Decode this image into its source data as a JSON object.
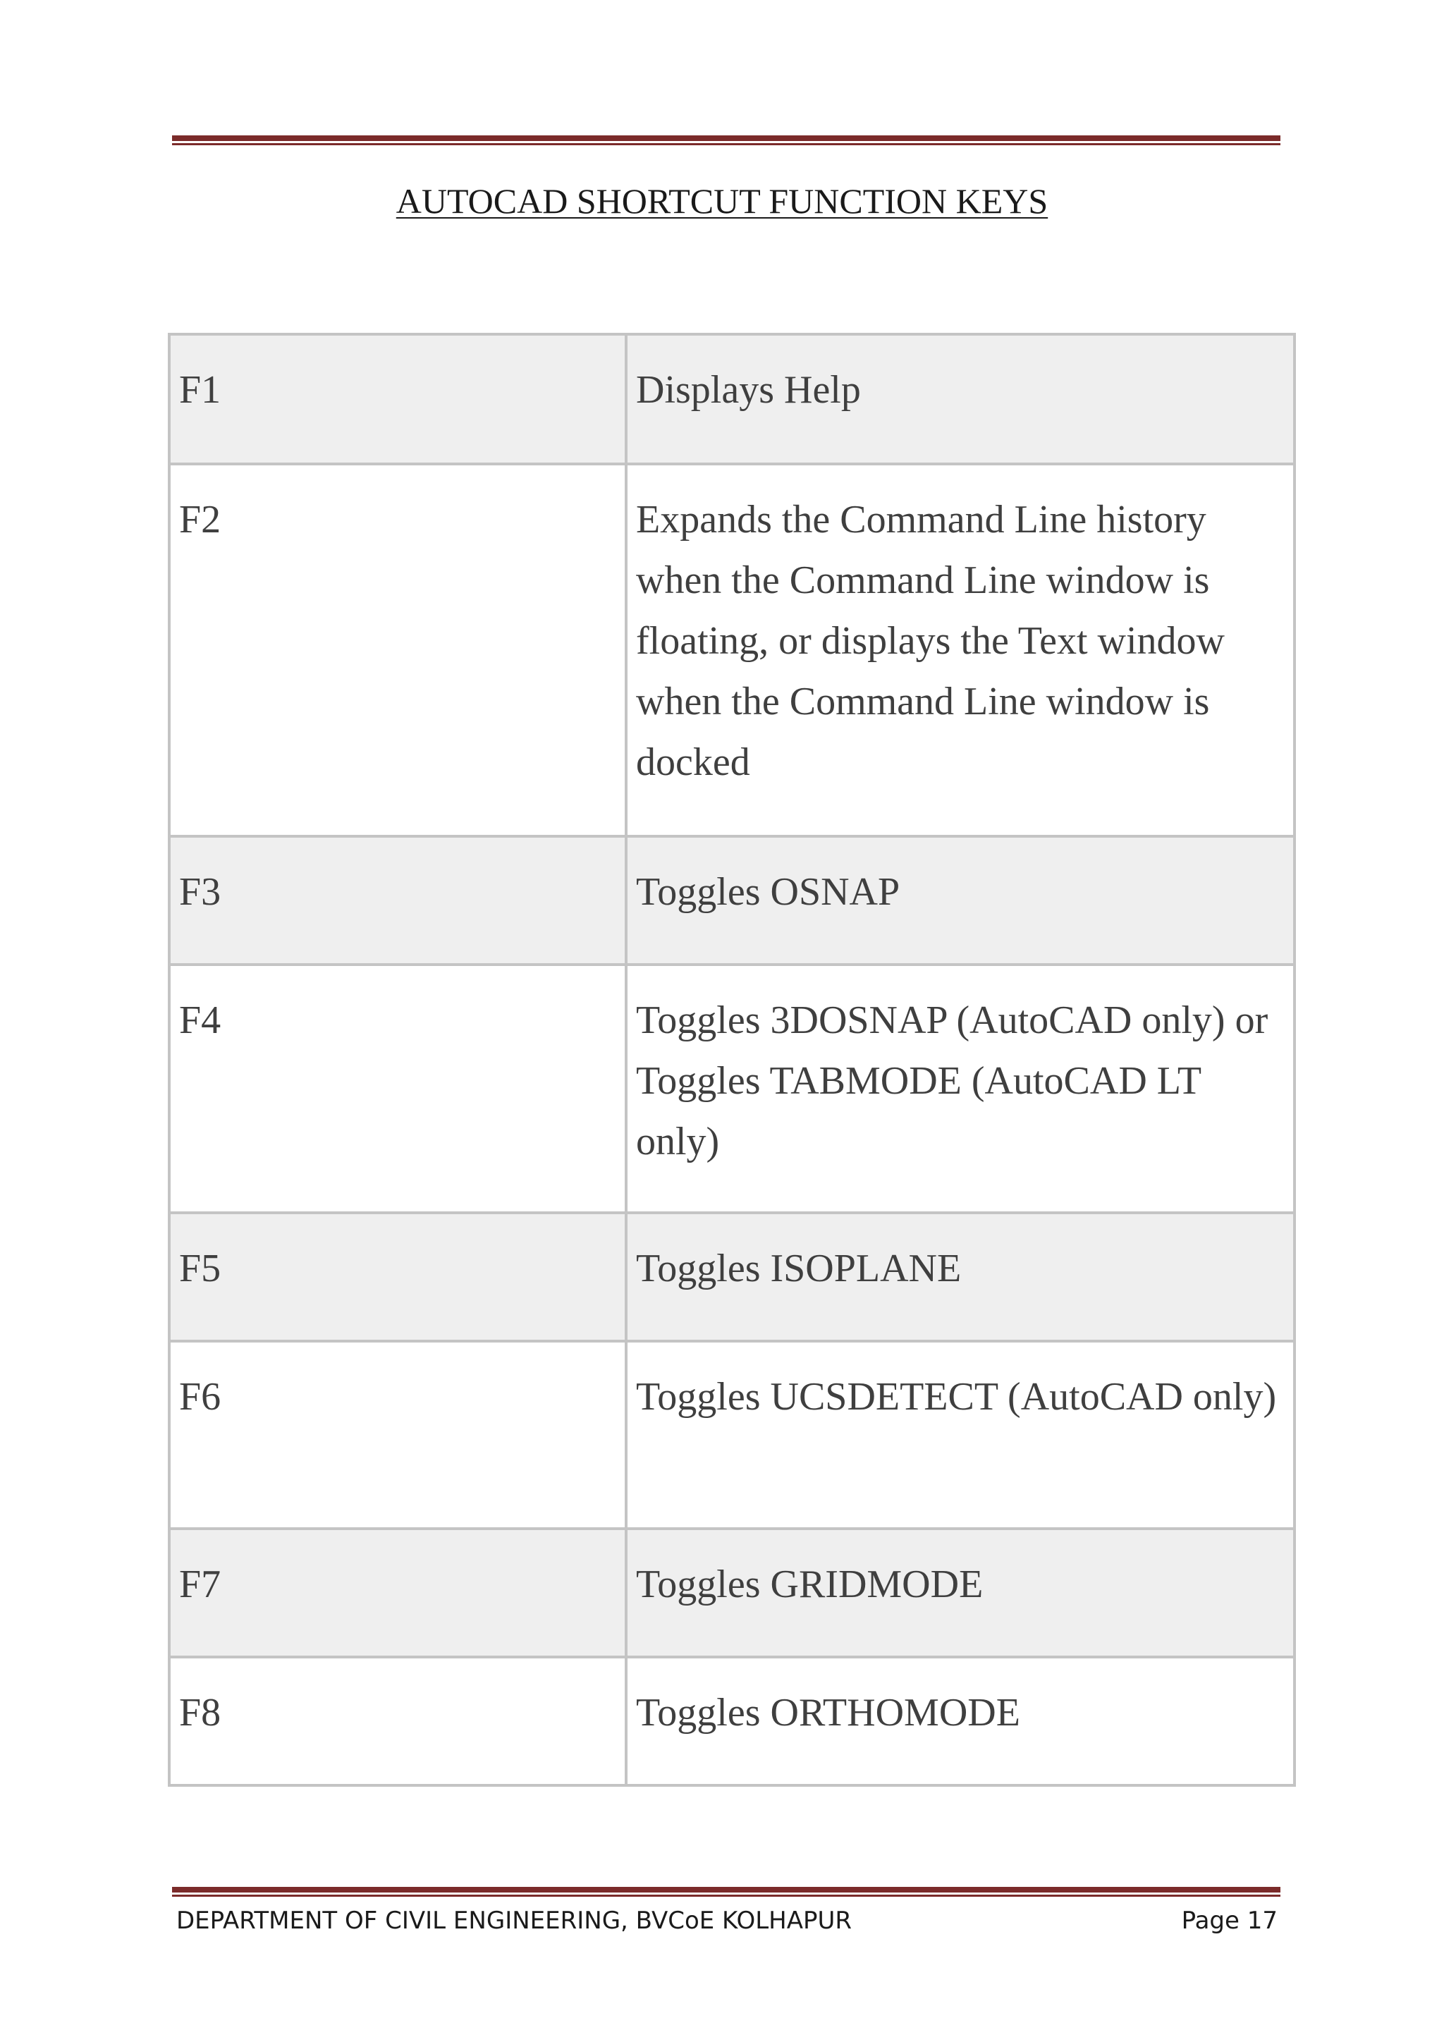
{
  "title": "AUTOCAD SHORTCUT FUNCTION KEYS",
  "rows": [
    {
      "key": "F1",
      "description": "Displays Help"
    },
    {
      "key": "F2",
      "description": "Expands the Command Line history when the Command Line window is floating, or displays the Text window when the Command Line window is docked"
    },
    {
      "key": "F3",
      "description": "Toggles OSNAP"
    },
    {
      "key": "F4",
      "description": "Toggles 3DOSNAP (AutoCAD only) or Toggles TABMODE (AutoCAD LT only)"
    },
    {
      "key": "F5",
      "description": "Toggles ISOPLANE"
    },
    {
      "key": "F6",
      "description": "Toggles UCSDETECT (AutoCAD only)"
    },
    {
      "key": "F7",
      "description": "Toggles GRIDMODE"
    },
    {
      "key": "F8",
      "description": "Toggles ORTHOMODE"
    }
  ],
  "footer": {
    "department": "DEPARTMENT OF CIVIL ENGINEERING, BVCoE KOLHAPUR",
    "page": "Page 17"
  },
  "colors": {
    "rule": "#7b2b2a",
    "shaded_row": "#efefef",
    "border": "#c4c4c4"
  }
}
